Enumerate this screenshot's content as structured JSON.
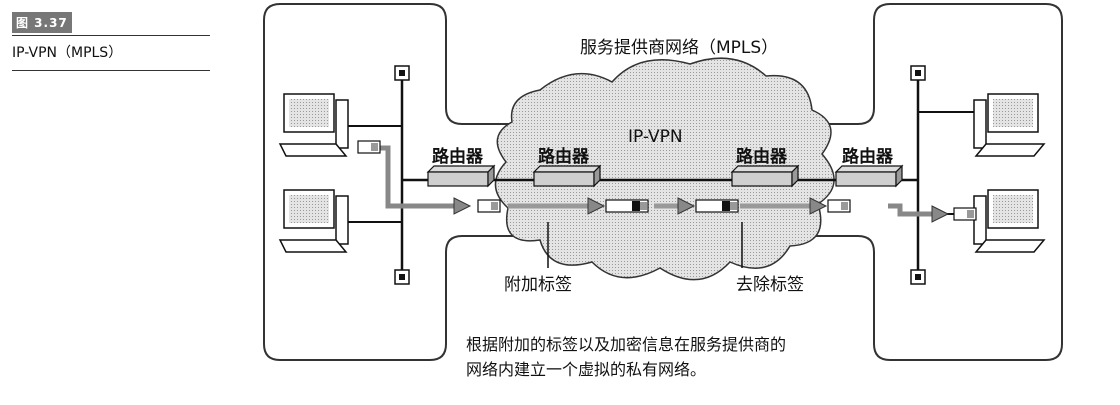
{
  "figure": {
    "number": "图 3.37",
    "title": "IP-VPN（MPLS）"
  },
  "diagram": {
    "network_label": "服务提供商网络（MPLS）",
    "cloud_label": "IP-VPN",
    "routers": [
      "路由器",
      "路由器",
      "路由器",
      "路由器"
    ],
    "add_label": "附加标签",
    "remove_label": "去除标签",
    "caption_line1": "根据附加的标签以及加密信息在服务提供商的",
    "caption_line2": "网络内建立一个虚拟的私有网络。"
  }
}
